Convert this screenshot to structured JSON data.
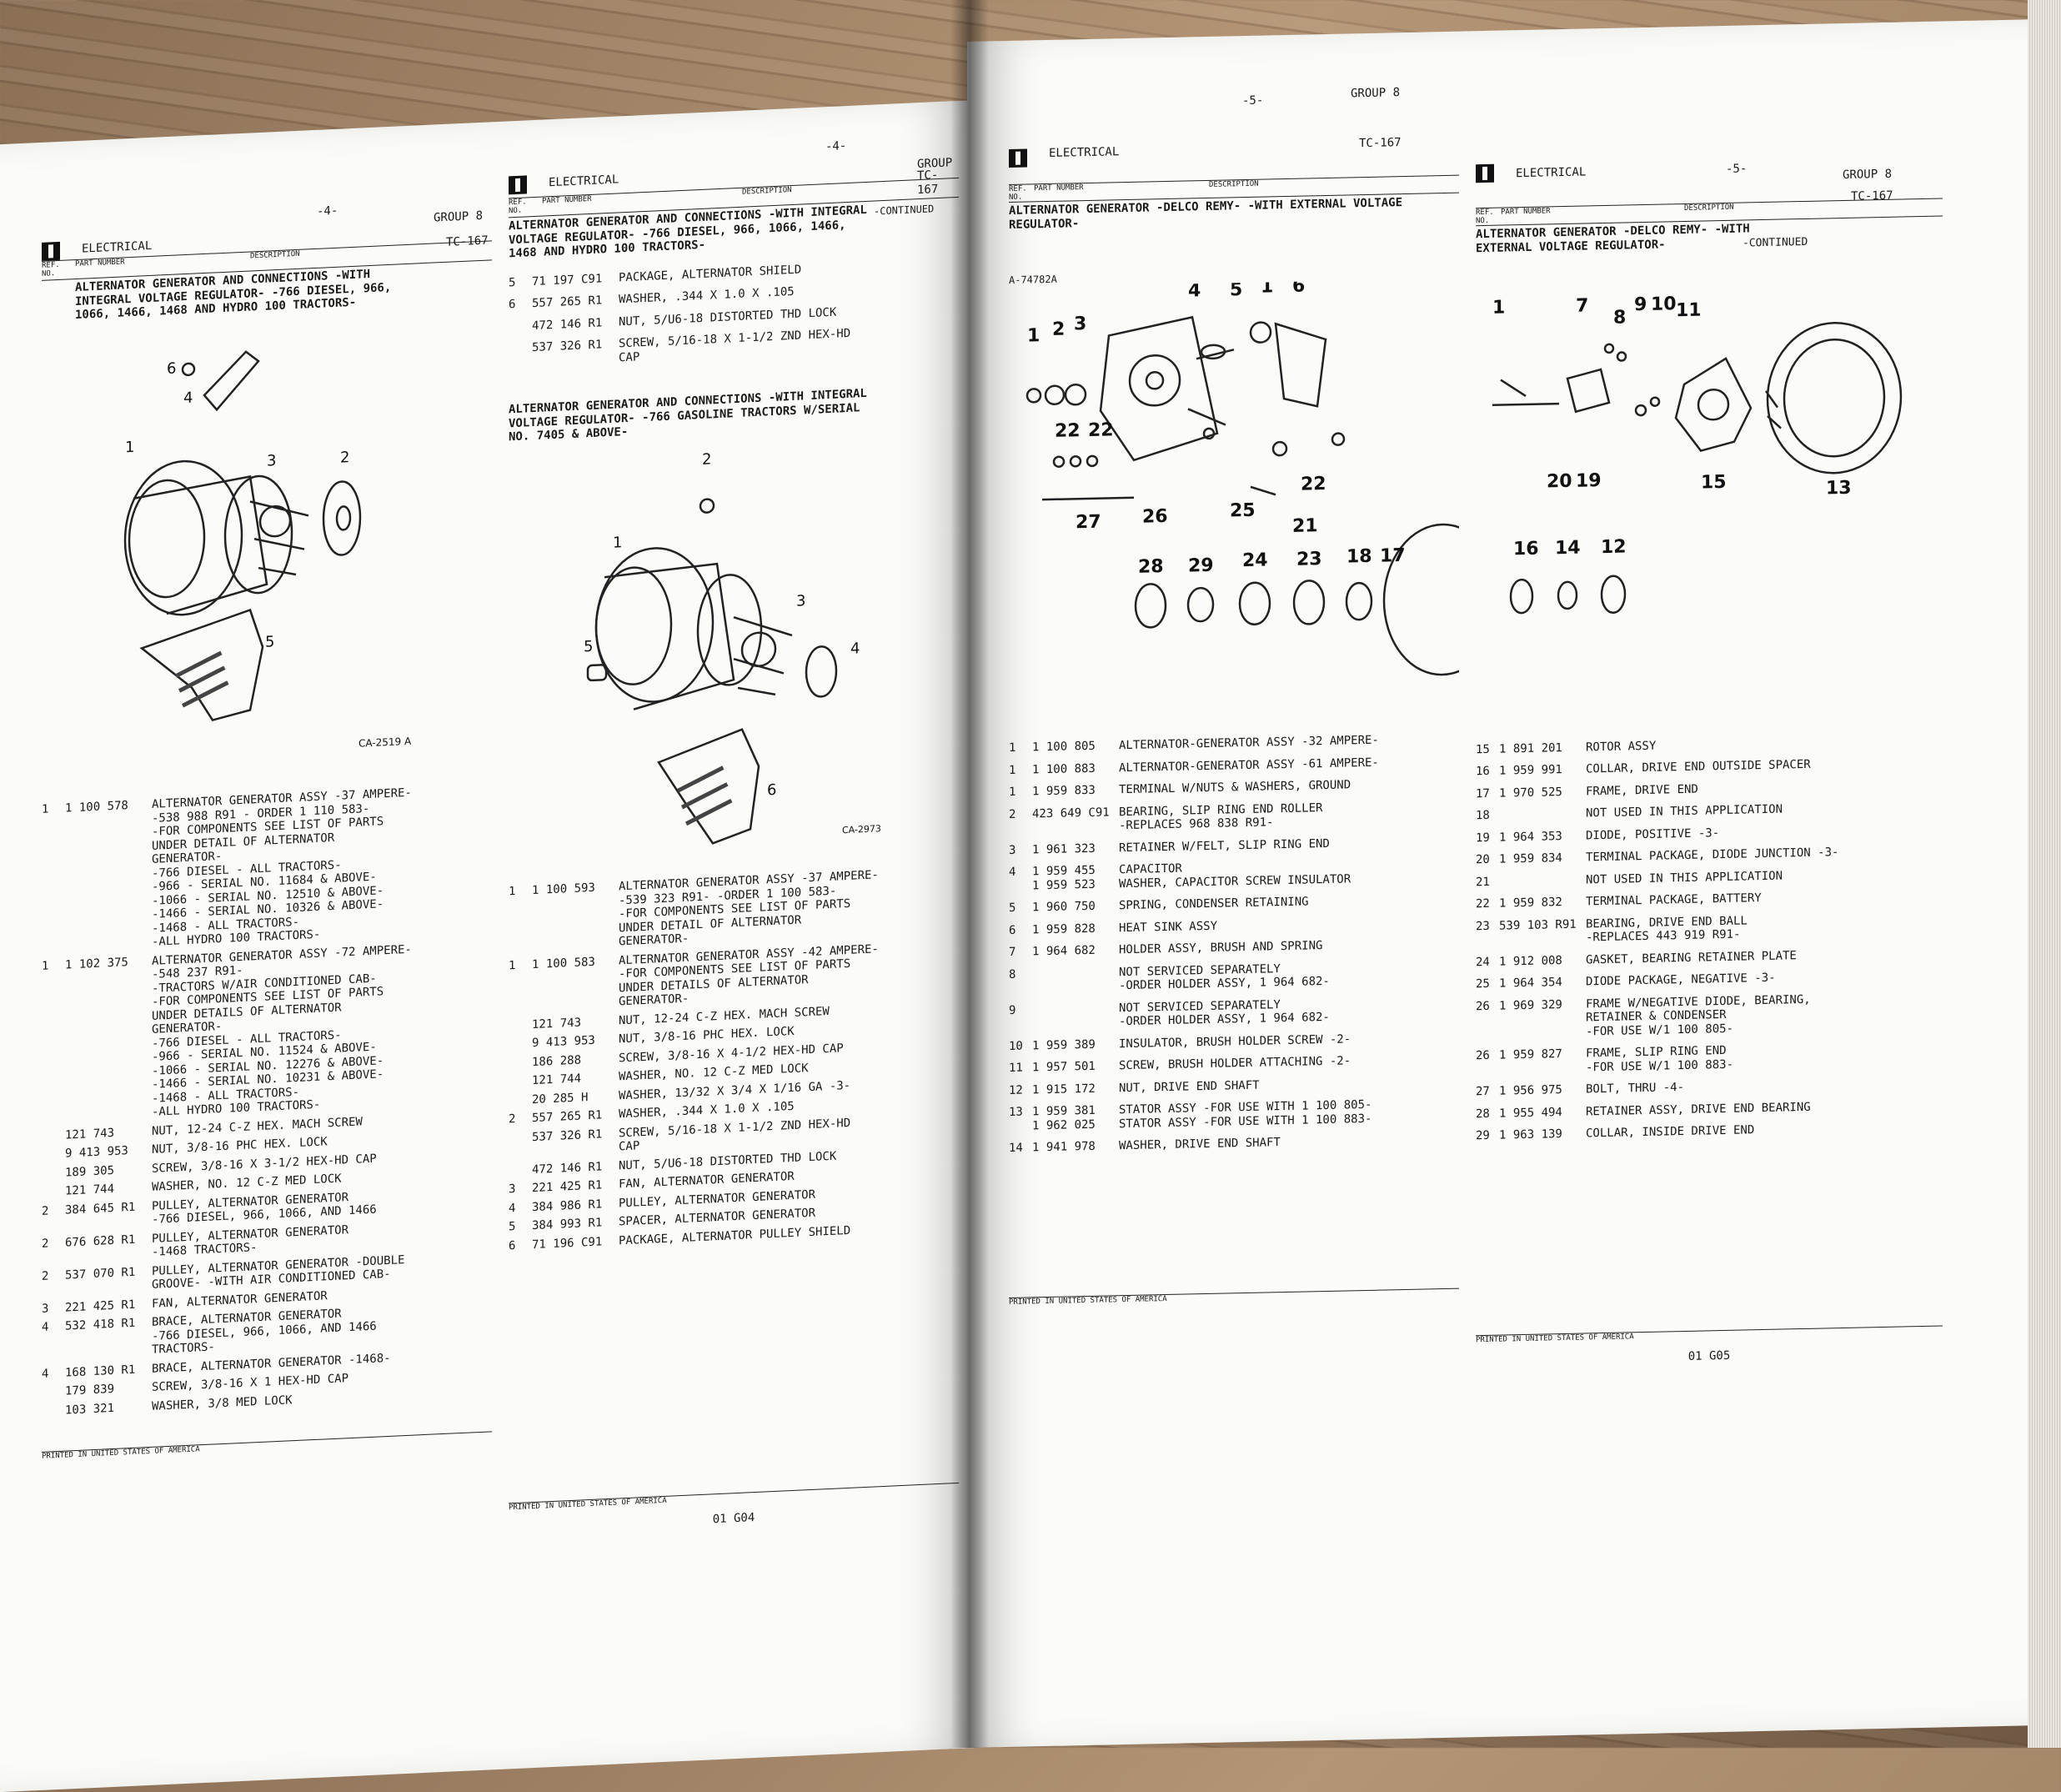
{
  "p4a": {
    "header_num": "-4-",
    "group": "GROUP  8",
    "section": "ELECTRICAL",
    "tc": "TC-167",
    "col_ref": "REF. NO.",
    "col_part": "PART NUMBER",
    "col_desc": "DESCRIPTION",
    "title": "ALTERNATOR GENERATOR AND CONNECTIONS -WITH INTEGRAL VOLTAGE REGULATOR- -766 DIESEL, 966, 1066, 1466, 1468 AND HYDRO 100 TRACTORS-",
    "fig_id": "CA-2519 A",
    "callouts": [
      "1",
      "2",
      "3",
      "4",
      "5",
      "6"
    ],
    "rows": [
      {
        "ref": "1",
        "pn": "1 100 578",
        "desc": "ALTERNATOR GENERATOR ASSY -37 AMPERE-\n-538 988 R91 - ORDER 1 110 583-\n-FOR COMPONENTS SEE LIST OF PARTS\nUNDER DETAIL OF ALTERNATOR\nGENERATOR-\n-766 DIESEL - ALL TRACTORS-\n-966 - SERIAL NO. 11684 & ABOVE-\n-1066 - SERIAL NO. 12510 & ABOVE-\n-1466 - SERIAL NO. 10326 & ABOVE-\n-1468 - ALL TRACTORS-\n-ALL HYDRO 100 TRACTORS-"
      },
      {
        "ref": "1",
        "pn": "1 102 375",
        "desc": "ALTERNATOR GENERATOR ASSY -72 AMPERE-\n-548 237 R91-\n-TRACTORS W/AIR CONDITIONED CAB-\n-FOR COMPONENTS SEE LIST OF PARTS\nUNDER DETAILS OF ALTERNATOR\nGENERATOR-\n-766 DIESEL - ALL TRACTORS-\n-966 - SERIAL NO. 11524 & ABOVE-\n-1066 - SERIAL NO. 12276 & ABOVE-\n-1466 - SERIAL NO. 10231 & ABOVE-\n-1468 - ALL TRACTORS-\n-ALL HYDRO 100 TRACTORS-"
      },
      {
        "ref": "",
        "pn": "121 743",
        "desc": "NUT, 12-24 C-Z HEX. MACH SCREW"
      },
      {
        "ref": "",
        "pn": "9 413 953",
        "desc": "NUT, 3/8-16 PHC HEX. LOCK"
      },
      {
        "ref": "",
        "pn": "189 305",
        "desc": "SCREW, 3/8-16 X 3-1/2 HEX-HD CAP"
      },
      {
        "ref": "",
        "pn": "121 744",
        "desc": "WASHER, NO. 12 C-Z MED LOCK"
      },
      {
        "ref": "2",
        "pn": "384 645 R1",
        "desc": "PULLEY, ALTERNATOR GENERATOR\n-766 DIESEL, 966, 1066, AND 1466"
      },
      {
        "ref": "2",
        "pn": "676 628 R1",
        "desc": "PULLEY, ALTERNATOR GENERATOR\n-1468 TRACTORS-"
      },
      {
        "ref": "2",
        "pn": "537 070 R1",
        "desc": "PULLEY, ALTERNATOR GENERATOR -DOUBLE\nGROOVE- -WITH AIR CONDITIONED CAB-"
      },
      {
        "ref": "3",
        "pn": "221 425 R1",
        "desc": "FAN, ALTERNATOR GENERATOR"
      },
      {
        "ref": "4",
        "pn": "532 418 R1",
        "desc": "BRACE, ALTERNATOR GENERATOR\n-766 DIESEL, 966, 1066, AND 1466\nTRACTORS-"
      },
      {
        "ref": "4",
        "pn": "168 130 R1",
        "desc": "BRACE, ALTERNATOR GENERATOR -1468-"
      },
      {
        "ref": "",
        "pn": "179 839",
        "desc": "SCREW, 3/8-16 X 1 HEX-HD CAP"
      },
      {
        "ref": "",
        "pn": "103 321",
        "desc": "WASHER, 3/8 MED LOCK"
      }
    ],
    "footer": "PRINTED IN UNITED STATES OF AMERICA"
  },
  "p4b": {
    "header_num": "-4-",
    "section": "ELECTRICAL",
    "group": "GROUP",
    "tc": "TC-167",
    "col_ref": "REF. NO.",
    "col_part": "PART NUMBER",
    "col_desc": "DESCRIPTION",
    "title": "ALTERNATOR GENERATOR AND CONNECTIONS -WITH INTEGRAL VOLTAGE REGULATOR- -766 DIESEL, 966, 1066, 1466, 1468 AND HYDRO 100 TRACTORS-",
    "continued": "-CONTINUED",
    "rows1": [
      {
        "ref": "5",
        "pn": "71 197 C91",
        "desc": "PACKAGE, ALTERNATOR SHIELD"
      },
      {
        "ref": "6",
        "pn": "557 265 R1",
        "desc": "WASHER, .344 X 1.0 X .105"
      },
      {
        "ref": "",
        "pn": "472 146 R1",
        "desc": "NUT, 5/U6-18 DISTORTED THD LOCK"
      },
      {
        "ref": "",
        "pn": "537 326 R1",
        "desc": "SCREW, 5/16-18 X 1-1/2 ZND HEX-HD\nCAP"
      }
    ],
    "title2": "ALTERNATOR GENERATOR AND CONNECTIONS -WITH INTEGRAL VOLTAGE REGULATOR- -766 GASOLINE TRACTORS W/SERIAL NO. 7405 & ABOVE-",
    "fig_id": "CA-2973",
    "callouts": [
      "1",
      "2",
      "3",
      "4",
      "5",
      "6"
    ],
    "rows2": [
      {
        "ref": "1",
        "pn": "1 100 593",
        "desc": "ALTERNATOR GENERATOR ASSY -37 AMPERE-\n-539 323 R91- -ORDER 1 100 583-\n-FOR COMPONENTS SEE LIST OF PARTS\nUNDER DETAIL OF ALTERNATOR\nGENERATOR-"
      },
      {
        "ref": "1",
        "pn": "1 100 583",
        "desc": "ALTERNATOR GENERATOR ASSY -42 AMPERE-\n-FOR COMPONENTS SEE LIST OF PARTS\nUNDER DETAILS OF ALTERNATOR\nGENERATOR-"
      },
      {
        "ref": "",
        "pn": "121 743",
        "desc": "NUT, 12-24 C-Z HEX. MACH SCREW"
      },
      {
        "ref": "",
        "pn": "9 413 953",
        "desc": "NUT, 3/8-16 PHC HEX. LOCK"
      },
      {
        "ref": "",
        "pn": "186 288",
        "desc": "SCREW, 3/8-16 X 4-1/2 HEX-HD CAP"
      },
      {
        "ref": "",
        "pn": "121 744",
        "desc": "WASHER, NO. 12 C-Z MED LOCK"
      },
      {
        "ref": "",
        "pn": "20 285 H",
        "desc": "WASHER, 13/32 X 3/4 X 1/16 GA -3-"
      },
      {
        "ref": "2",
        "pn": "557 265 R1",
        "desc": "WASHER, .344 X 1.0 X .105"
      },
      {
        "ref": "",
        "pn": "537 326 R1",
        "desc": "SCREW, 5/16-18 X 1-1/2 ZND HEX-HD\nCAP"
      },
      {
        "ref": "",
        "pn": "472 146 R1",
        "desc": "NUT, 5/U6-18 DISTORTED THD LOCK"
      },
      {
        "ref": "3",
        "pn": "221 425 R1",
        "desc": "FAN, ALTERNATOR GENERATOR"
      },
      {
        "ref": "4",
        "pn": "384 986 R1",
        "desc": "PULLEY, ALTERNATOR GENERATOR"
      },
      {
        "ref": "5",
        "pn": "384 993 R1",
        "desc": "SPACER, ALTERNATOR GENERATOR"
      },
      {
        "ref": "6",
        "pn": "71 196 C91",
        "desc": "PACKAGE, ALTERNATOR PULLEY SHIELD"
      }
    ],
    "footer": "PRINTED IN UNITED STATES OF AMERICA",
    "page_code": "01 G04"
  },
  "p5a": {
    "header_num": "-5-",
    "group": "GROUP  8",
    "section": "ELECTRICAL",
    "tc": "TC-167",
    "col_ref": "REF. NO.",
    "col_part": "PART NUMBER",
    "col_desc": "DESCRIPTION",
    "title": "ALTERNATOR GENERATOR -DELCO REMY- -WITH EXTERNAL VOLTAGE REGULATOR-",
    "fig_id": "A-74782A",
    "callouts_top": [
      "1",
      "2",
      "3",
      "4",
      "5",
      "1",
      "6",
      "22",
      "22",
      "27",
      "26",
      "25",
      "21",
      "22"
    ],
    "callouts_bottom": [
      "28",
      "29",
      "24",
      "23",
      "18",
      "17"
    ],
    "rows": [
      {
        "ref": "1",
        "pn": "1 100 805",
        "desc": "ALTERNATOR-GENERATOR ASSY -32 AMPERE-"
      },
      {
        "ref": "1",
        "pn": "1 100 883",
        "desc": "ALTERNATOR-GENERATOR ASSY -61 AMPERE-"
      },
      {
        "ref": "1",
        "pn": "1 959 833",
        "desc": "TERMINAL W/NUTS & WASHERS, GROUND"
      },
      {
        "ref": "2",
        "pn": "423 649 C91",
        "desc": "BEARING, SLIP RING END ROLLER\n-REPLACES 968 838 R91-"
      },
      {
        "ref": "3",
        "pn": "1 961 323",
        "desc": "RETAINER W/FELT, SLIP RING END"
      },
      {
        "ref": "4",
        "pn": "1 959 455\n1 959 523",
        "desc": "CAPACITOR\nWASHER, CAPACITOR SCREW INSULATOR"
      },
      {
        "ref": "5",
        "pn": "1 960 750",
        "desc": "SPRING, CONDENSER RETAINING"
      },
      {
        "ref": "6",
        "pn": "1 959 828",
        "desc": "HEAT SINK ASSY"
      },
      {
        "ref": "7",
        "pn": "1 964 682",
        "desc": "HOLDER ASSY, BRUSH AND SPRING"
      },
      {
        "ref": "8",
        "pn": "",
        "desc": "NOT SERVICED SEPARATELY\n-ORDER HOLDER ASSY, 1 964 682-"
      },
      {
        "ref": "9",
        "pn": "",
        "desc": "NOT SERVICED SEPARATELY\n-ORDER HOLDER ASSY, 1 964 682-"
      },
      {
        "ref": "10",
        "pn": "1 959 389",
        "desc": "INSULATOR, BRUSH HOLDER SCREW -2-"
      },
      {
        "ref": "11",
        "pn": "1 957 501",
        "desc": "SCREW, BRUSH HOLDER ATTACHING -2-"
      },
      {
        "ref": "12",
        "pn": "1 915 172",
        "desc": "NUT, DRIVE END SHAFT"
      },
      {
        "ref": "13",
        "pn": "1 959 381\n1 962 025",
        "desc": "STATOR ASSY -FOR USE WITH 1 100 805-\nSTATOR ASSY -FOR USE WITH 1 100 883-"
      },
      {
        "ref": "14",
        "pn": "1 941 978",
        "desc": "WASHER, DRIVE END SHAFT"
      }
    ],
    "footer": "PRINTED IN UNITED STATES OF AMERICA"
  },
  "p5b": {
    "header_num": "-5-",
    "group": "GROUP  8",
    "section": "ELECTRICAL",
    "tc": "TC-167",
    "col_ref": "REF. NO.",
    "col_part": "PART NUMBER",
    "col_desc": "DESCRIPTION",
    "title": "ALTERNATOR GENERATOR -DELCO REMY- -WITH EXTERNAL VOLTAGE REGULATOR-",
    "continued": "-CONTINUED",
    "callouts_top": [
      "1",
      "7",
      "8",
      "9",
      "10",
      "11",
      "20",
      "19",
      "15",
      "13"
    ],
    "callouts_bottom": [
      "16",
      "14",
      "12"
    ],
    "rows": [
      {
        "ref": "15",
        "pn": "1 891 201",
        "desc": "ROTOR ASSY"
      },
      {
        "ref": "16",
        "pn": "1 959 991",
        "desc": "COLLAR, DRIVE END OUTSIDE SPACER"
      },
      {
        "ref": "17",
        "pn": "1 970 525",
        "desc": "FRAME, DRIVE END"
      },
      {
        "ref": "18",
        "pn": "",
        "desc": "NOT USED IN THIS APPLICATION"
      },
      {
        "ref": "19",
        "pn": "1 964 353",
        "desc": "DIODE, POSITIVE -3-"
      },
      {
        "ref": "20",
        "pn": "1 959 834",
        "desc": "TERMINAL PACKAGE, DIODE JUNCTION -3-"
      },
      {
        "ref": "21",
        "pn": "",
        "desc": "NOT USED IN THIS APPLICATION"
      },
      {
        "ref": "22",
        "pn": "1 959 832",
        "desc": "TERMINAL PACKAGE, BATTERY"
      },
      {
        "ref": "23",
        "pn": "539 103 R91",
        "desc": "BEARING, DRIVE END BALL\n-REPLACES 443 919 R91-"
      },
      {
        "ref": "24",
        "pn": "1 912 008",
        "desc": "GASKET, BEARING RETAINER PLATE"
      },
      {
        "ref": "25",
        "pn": "1 964 354",
        "desc": "DIODE PACKAGE, NEGATIVE -3-"
      },
      {
        "ref": "26",
        "pn": "1 969 329",
        "desc": "FRAME W/NEGATIVE DIODE, BEARING,\nRETAINER & CONDENSER\n-FOR USE W/1 100 805-"
      },
      {
        "ref": "26",
        "pn": "1 959 827",
        "desc": "FRAME, SLIP RING END\n-FOR USE W/1 100 883-"
      },
      {
        "ref": "27",
        "pn": "1 956 975",
        "desc": "BOLT, THRU -4-"
      },
      {
        "ref": "28",
        "pn": "1 955 494",
        "desc": "RETAINER ASSY, DRIVE END BEARING"
      },
      {
        "ref": "29",
        "pn": "1 963 139",
        "desc": "COLLAR, INSIDE DRIVE END"
      }
    ],
    "footer": "PRINTED IN UNITED STATES OF AMERICA",
    "page_code": "01 G05"
  }
}
